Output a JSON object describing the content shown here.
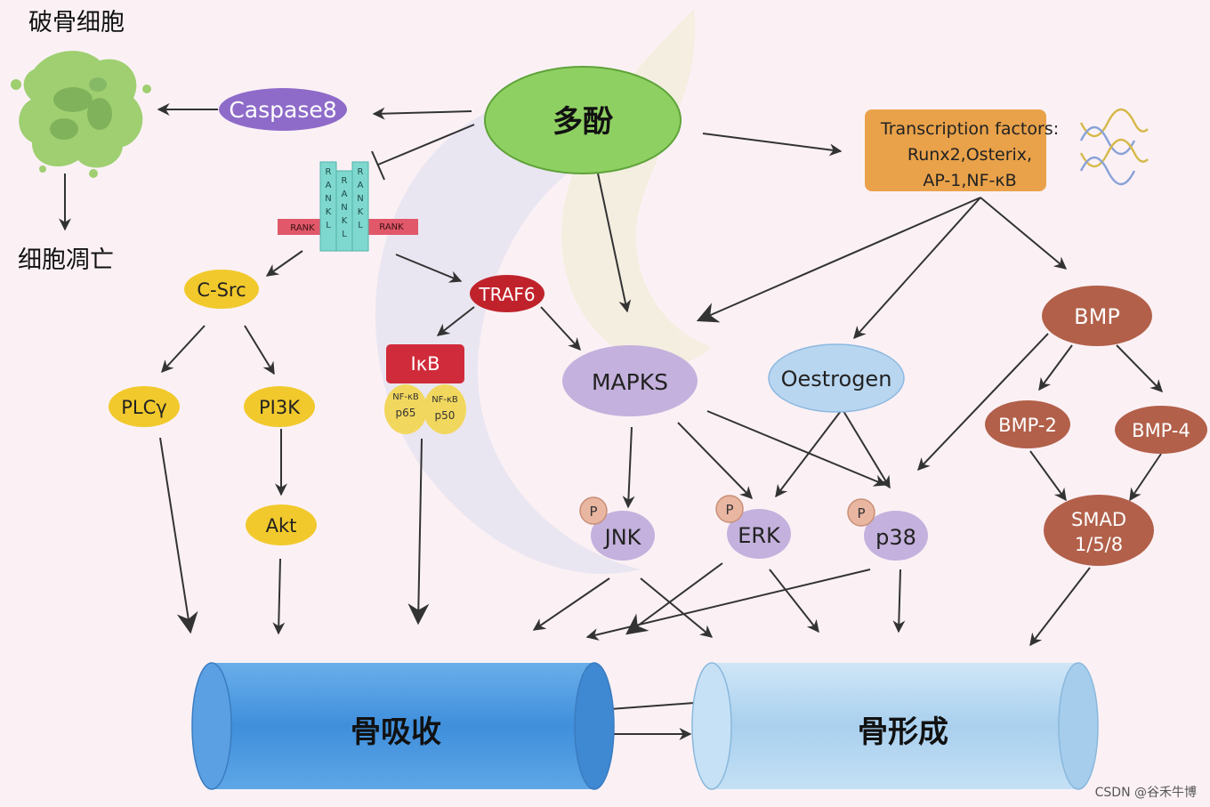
{
  "colors": {
    "background": "#fbf1f5",
    "polyphenol": "#8fd062",
    "caspase": "#8e6bc9",
    "transcription": "#e9a24a",
    "rankl": "#7fd8cf",
    "rank": "#e0586a",
    "yellow_node": "#f1c92c",
    "traf6": "#c0222b",
    "ikb": "#d02b3a",
    "nfkb": "#f2d75e",
    "purple_node": "#c4b1dd",
    "phospho": "#e9b6a1",
    "oestrogen": "#b9d6f0",
    "bmp": "#b2604a",
    "bone_resorption": "#4f96dd",
    "bone_formation": "#b8daf2",
    "arrow": "#333333"
  },
  "labels": {
    "osteoclast": "破骨细胞",
    "apoptosis": "细胞凋亡",
    "caspase8": "Caspase8",
    "polyphenol": "多酚",
    "transcription_line1": "Transcription factors:",
    "transcription_line2": "Runx2,Osterix,",
    "transcription_line3": "AP-1,NF-κB",
    "rankl_letters": [
      "R",
      "A",
      "N",
      "K",
      "L"
    ],
    "rank_left": "RANK",
    "rank_right": "RANK",
    "csrc": "C-Src",
    "traf6": "TRAF6",
    "plcy": "PLCγ",
    "pi3k": "PI3K",
    "akt": "Akt",
    "ikb": "IκB",
    "nfkb_small": "NF-κB",
    "p65": "p65",
    "p50": "p50",
    "mapks": "MAPKS",
    "oestrogen": "Oestrogen",
    "bmp": "BMP",
    "bmp2": "BMP-2",
    "bmp4": "BMP-4",
    "jnk": "JNK",
    "erk": "ERK",
    "p38": "p38",
    "phospho": "P",
    "smad_line1": "SMAD",
    "smad_line2": "1/5/8",
    "bone_resorption": "骨吸收",
    "bone_formation": "骨形成",
    "credit": "CSDN @谷禾牛博"
  }
}
